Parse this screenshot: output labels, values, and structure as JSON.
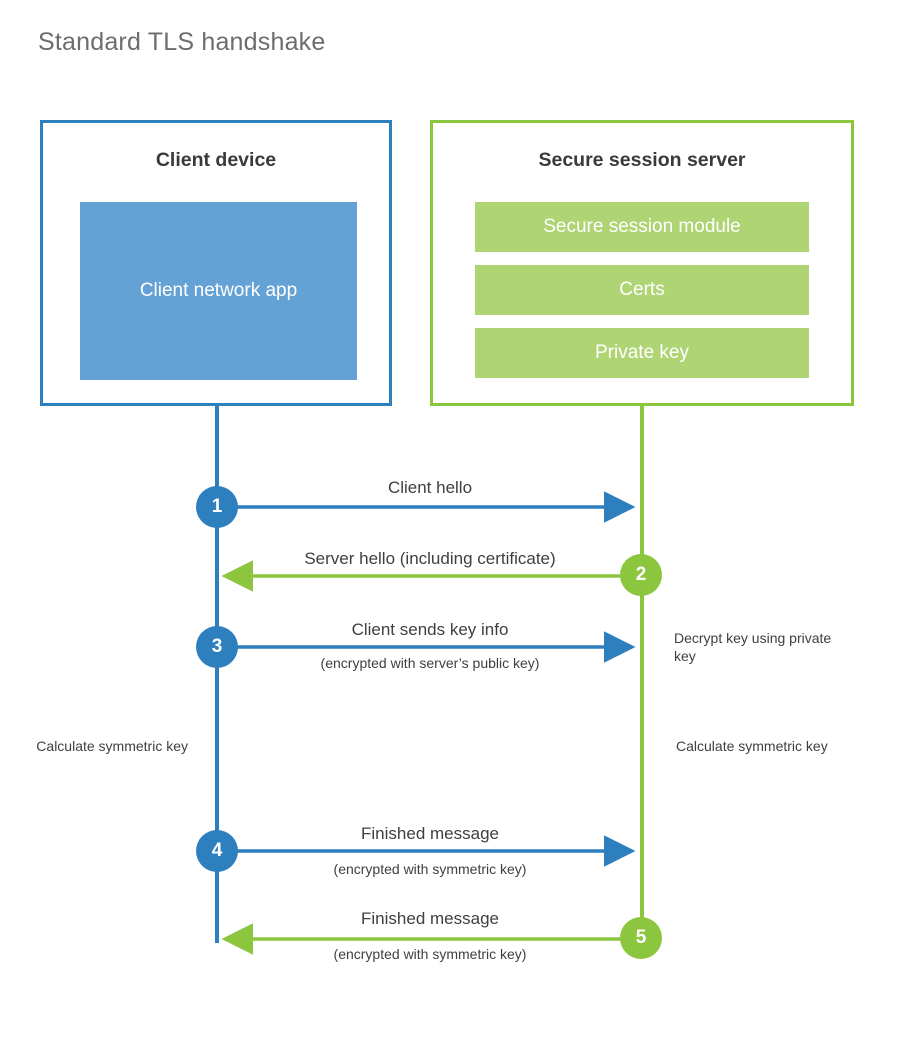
{
  "title": "Standard TLS handshake",
  "colors": {
    "client_accent": "#2E7FBE",
    "client_fill": "#64A2D5",
    "server_accent": "#8CC63E",
    "server_fill": "#AFD474",
    "title_text": "#6d6d6d",
    "body_text": "#3f3f3f",
    "heading_text": "#3a3a3a",
    "background": "#ffffff"
  },
  "client": {
    "title": "Client device",
    "app_label": "Client network app"
  },
  "server": {
    "title": "Secure session server",
    "components": [
      "Secure session module",
      "Certs",
      "Private key"
    ]
  },
  "steps": [
    {
      "number": "1",
      "label": "Client hello",
      "sublabel": "",
      "direction": "client-to-server",
      "color": "#2E7FBE"
    },
    {
      "number": "2",
      "label": "Server hello (including certificate)",
      "sublabel": "",
      "direction": "server-to-client",
      "color": "#8CC63E"
    },
    {
      "number": "3",
      "label": "Client sends key info",
      "sublabel": "(encrypted with server’s public key)",
      "direction": "client-to-server",
      "color": "#2E7FBE"
    },
    {
      "number": "4",
      "label": "Finished message",
      "sublabel": "(encrypted with symmetric key)",
      "direction": "client-to-server",
      "color": "#2E7FBE"
    },
    {
      "number": "5",
      "label": "Finished message",
      "sublabel": "(encrypted with symmetric key)",
      "direction": "server-to-client",
      "color": "#8CC63E"
    }
  ],
  "annotations": {
    "decrypt_key": "Decrypt key using private key",
    "calculate_symmetric_key_client": "Calculate symmetric key",
    "calculate_symmetric_key_server": "Calculate symmetric key"
  }
}
